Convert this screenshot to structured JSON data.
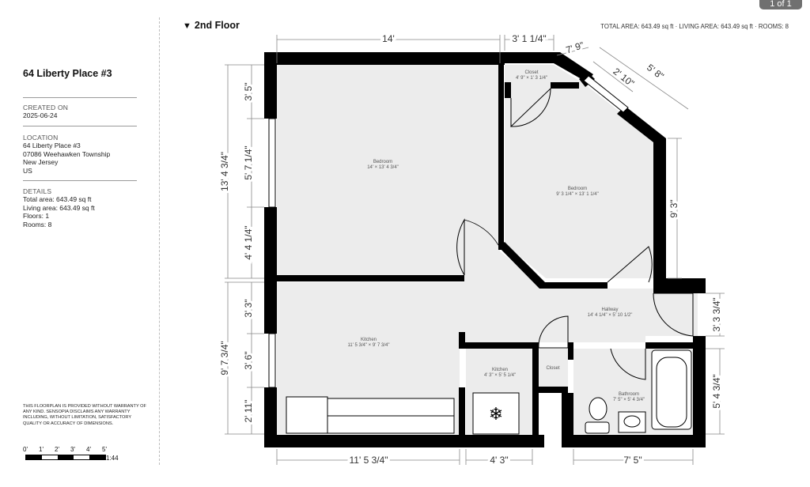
{
  "sidebar": {
    "address": "64 Liberty Place #3",
    "created_label": "CREATED ON",
    "created_value": "2025-06-24",
    "location_label": "LOCATION",
    "location_lines": [
      "64 Liberty Place #3",
      "07086 Weehawken Township",
      "New Jersey",
      "US"
    ],
    "details_label": "DETAILS",
    "detail_lines": [
      "Total area: 643.49 sq ft",
      "Living area: 643.49 sq ft",
      "Floors: 1",
      "Rooms: 8"
    ],
    "disclaimer": "THIS FLOORPLAN IS PROVIDED WITHOUT WARRANTY OF ANY KIND. SENSOPIA DISCLAIMS ANY WARRANTY INCLUDING, WITHOUT LIMITATION, SATISFACTORY QUALITY OR ACCURACY OF DIMENSIONS.",
    "scale_ticks": [
      "0'",
      "1'",
      "2'",
      "3'",
      "4'",
      "5'"
    ],
    "scale_ratio": "1:44"
  },
  "header": {
    "floor_title": "2nd Floor",
    "totals": "TOTAL AREA: 643.49 sq ft · LIVING AREA: 643.49 sq ft · ROOMS: 8",
    "page_indicator": "1 of 1"
  },
  "rooms": {
    "bedroom1_name": "Bedroom",
    "bedroom1_dims": "14' × 13' 4 3/4\"",
    "closet1_name": "Closet",
    "closet1_dims": "4' 9\" × 1' 3 1/4\"",
    "bedroom2_name": "Bedroom",
    "bedroom2_dims": "9' 3 1/4\" × 13' 1 1/4\"",
    "hallway_name": "Hallway",
    "hallway_dims": "14' 4 1/4\" × 5' 10 1/2\"",
    "kitchen1_name": "Kitchen",
    "kitchen1_dims": "11' 5 3/4\" × 9' 7 3/4\"",
    "kitchen2_name": "Kitchen",
    "kitchen2_dims": "4' 3\" × 5' 5 1/4\"",
    "closet2_name": "Closet",
    "bathroom_name": "Bathroom",
    "bathroom_dims": "7' 5\" × 5' 4 3/4\""
  },
  "dimensions": {
    "top_14": "14'",
    "top_3_1_14": "3' 1 1/4\"",
    "top_7_9": "7' 9\"",
    "diag_5_8": "5' 8\"",
    "diag_2_10": "2' 10\"",
    "left_3_5": "3' 5\"",
    "left_5_7_14": "5' 7 1/4\"",
    "left_4_4_14": "4' 4 1/4\"",
    "left_13_4_34": "13' 4 3/4\"",
    "left_3_3": "3' 3\"",
    "left_3_6": "3' 6\"",
    "left_2_11": "2' 11\"",
    "left_9_7_34": "9' 7 3/4\"",
    "right_9_3": "9' 3\"",
    "right_3_3_34": "3' 3 3/4\"",
    "right_5_4_34": "5' 4 3/4\"",
    "bottom_11_5_34": "11' 5 3/4\"",
    "bottom_4_3": "4' 3\"",
    "bottom_7_5": "7' 5\""
  }
}
